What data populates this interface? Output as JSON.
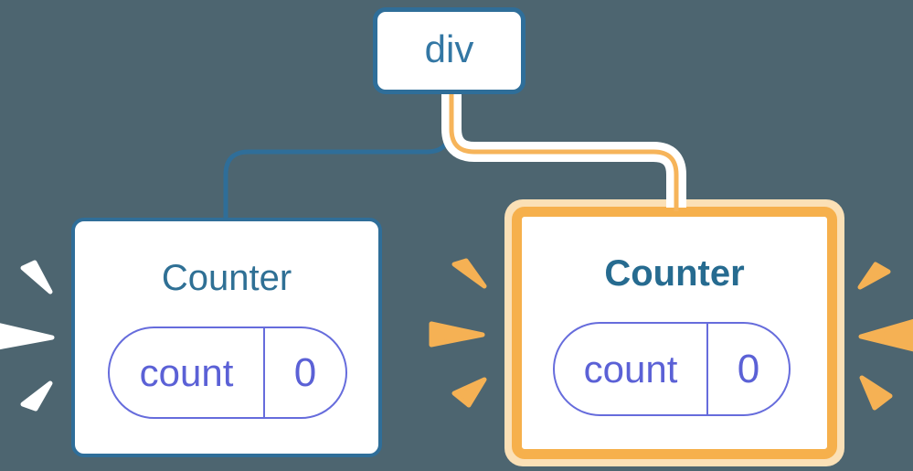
{
  "diagram": {
    "root": {
      "label": "div"
    },
    "children": [
      {
        "title": "Counter",
        "highlighted": false,
        "state": {
          "key": "count",
          "value": "0"
        }
      },
      {
        "title": "Counter",
        "highlighted": true,
        "state": {
          "key": "count",
          "value": "0"
        }
      }
    ]
  },
  "colors": {
    "background": "#4D6570",
    "node-bg": "#FFFFFF",
    "node-border-blue": "#2F6E99",
    "root-text": "#3377A4",
    "node-text-blue": "#2F7095",
    "node-text-blue-bold": "#266B90",
    "pill-purple": "#666CDC",
    "pill-text": "#5B61D6",
    "highlight-orange": "#F6B04C",
    "highlight-orange-light": "#FBE0B6",
    "connector-orange": "#F6B45A",
    "connector-blue": "#2F6E99",
    "casing-white": "#FFFFFF",
    "sparkle-white": "#FFFFFF",
    "sparkle-orange": "#F5B154"
  }
}
